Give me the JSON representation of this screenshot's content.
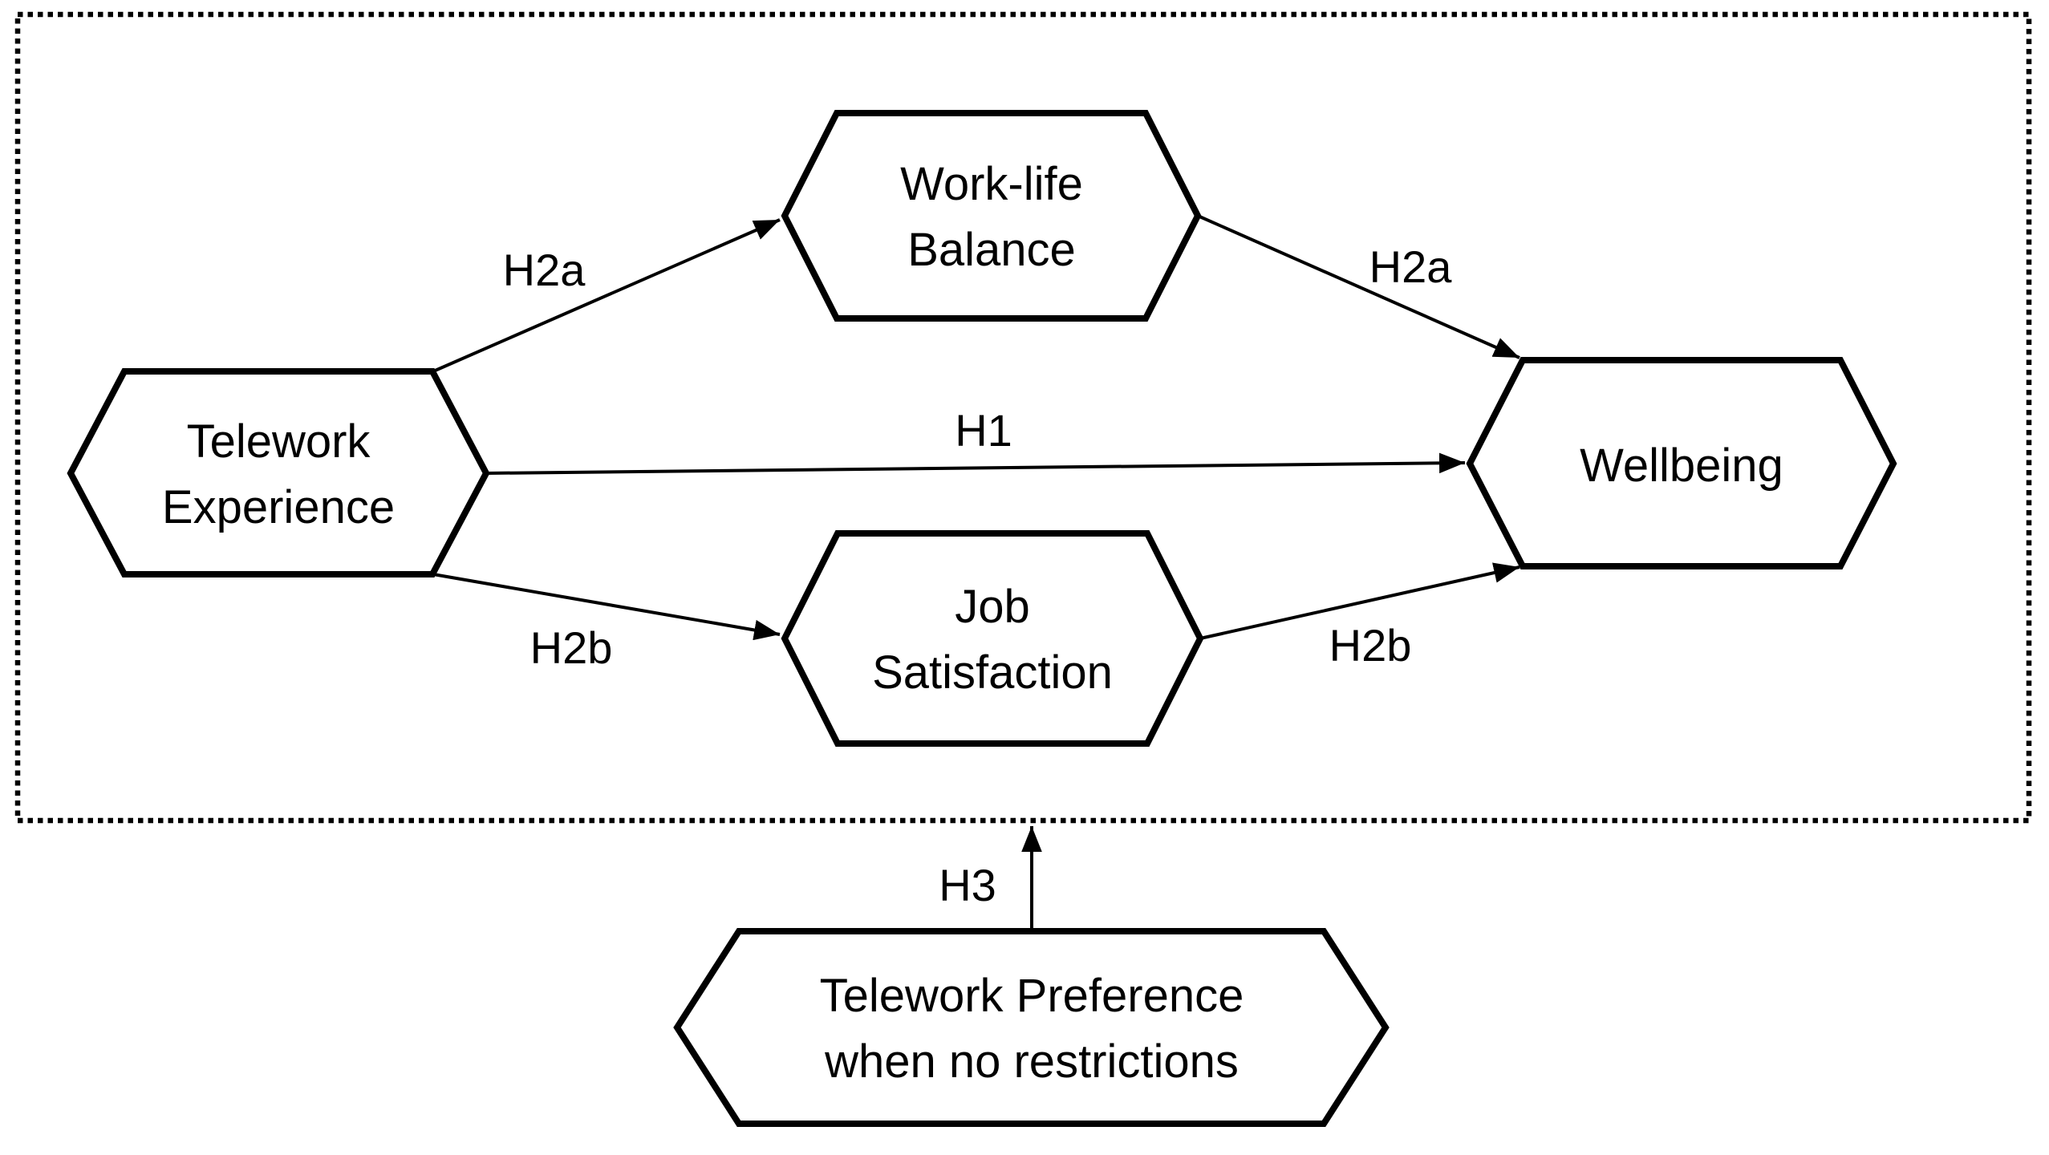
{
  "colors": {
    "background": "#ffffff",
    "line": "#000000",
    "text": "#000000"
  },
  "diagram": {
    "nodes": [
      {
        "name": "telework-experience",
        "line1": "Telework",
        "line2": "Experience"
      },
      {
        "name": "work-life-balance",
        "line1": "Work-life",
        "line2": "Balance"
      },
      {
        "name": "job-satisfaction",
        "line1": "Job",
        "line2": "Satisfaction"
      },
      {
        "name": "wellbeing",
        "line1": "Wellbeing",
        "line2": ""
      },
      {
        "name": "telework-preference",
        "line1": "Telework Preference",
        "line2": "when no restrictions"
      }
    ],
    "edge_labels": [
      {
        "name": "h2a-left",
        "label": "H2a",
        "from": "Telework Experience",
        "to": "Work-life Balance"
      },
      {
        "name": "h2a-right",
        "label": "H2a",
        "from": "Work-life Balance",
        "to": "Wellbeing"
      },
      {
        "name": "h1",
        "label": "H1",
        "from": "Telework Experience",
        "to": "Wellbeing"
      },
      {
        "name": "h2b-left",
        "label": "H2b",
        "from": "Telework Experience",
        "to": "Job Satisfaction"
      },
      {
        "name": "h2b-right",
        "label": "H2b",
        "from": "Job Satisfaction",
        "to": "Wellbeing"
      },
      {
        "name": "h3",
        "label": "H3",
        "from": "Telework Preference when no restrictions",
        "to": "model boundary"
      }
    ]
  }
}
